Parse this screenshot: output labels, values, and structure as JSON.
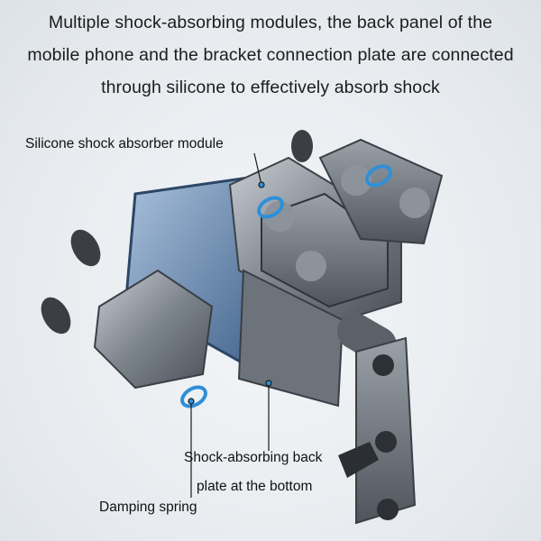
{
  "headline": {
    "lines": [
      "Multiple shock-absorbing modules, the back panel of the",
      "mobile phone and the bracket connection plate are connected",
      "through silicone to effectively absorb shock"
    ]
  },
  "callouts": {
    "silicone_module": "Silicone shock absorber module",
    "back_plate_line1": "Shock-absorbing back",
    "back_plate_line2": "plate at the bottom",
    "damping_spring": "Damping spring"
  },
  "colors": {
    "metal": "#8a9098",
    "spring_blue": "#2f8fd8",
    "phone_blue": "#5a7fa8"
  }
}
